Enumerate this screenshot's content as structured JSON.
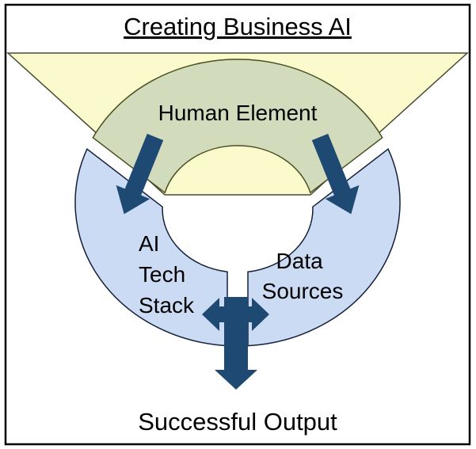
{
  "title": "Creating Business AI",
  "labels": {
    "human_element": "Human Element",
    "ai_tech_stack": [
      "AI",
      "Tech",
      "Stack"
    ],
    "data_sources": [
      "Data",
      "Sources"
    ],
    "successful_output": "Successful Output"
  },
  "colors": {
    "spotlight_yellow": "#fafacc",
    "human_green": "#d3dbbd",
    "segment_blue": "#cbdbf3",
    "arrow_navy": "#1e4973",
    "frame_black": "#000000"
  }
}
